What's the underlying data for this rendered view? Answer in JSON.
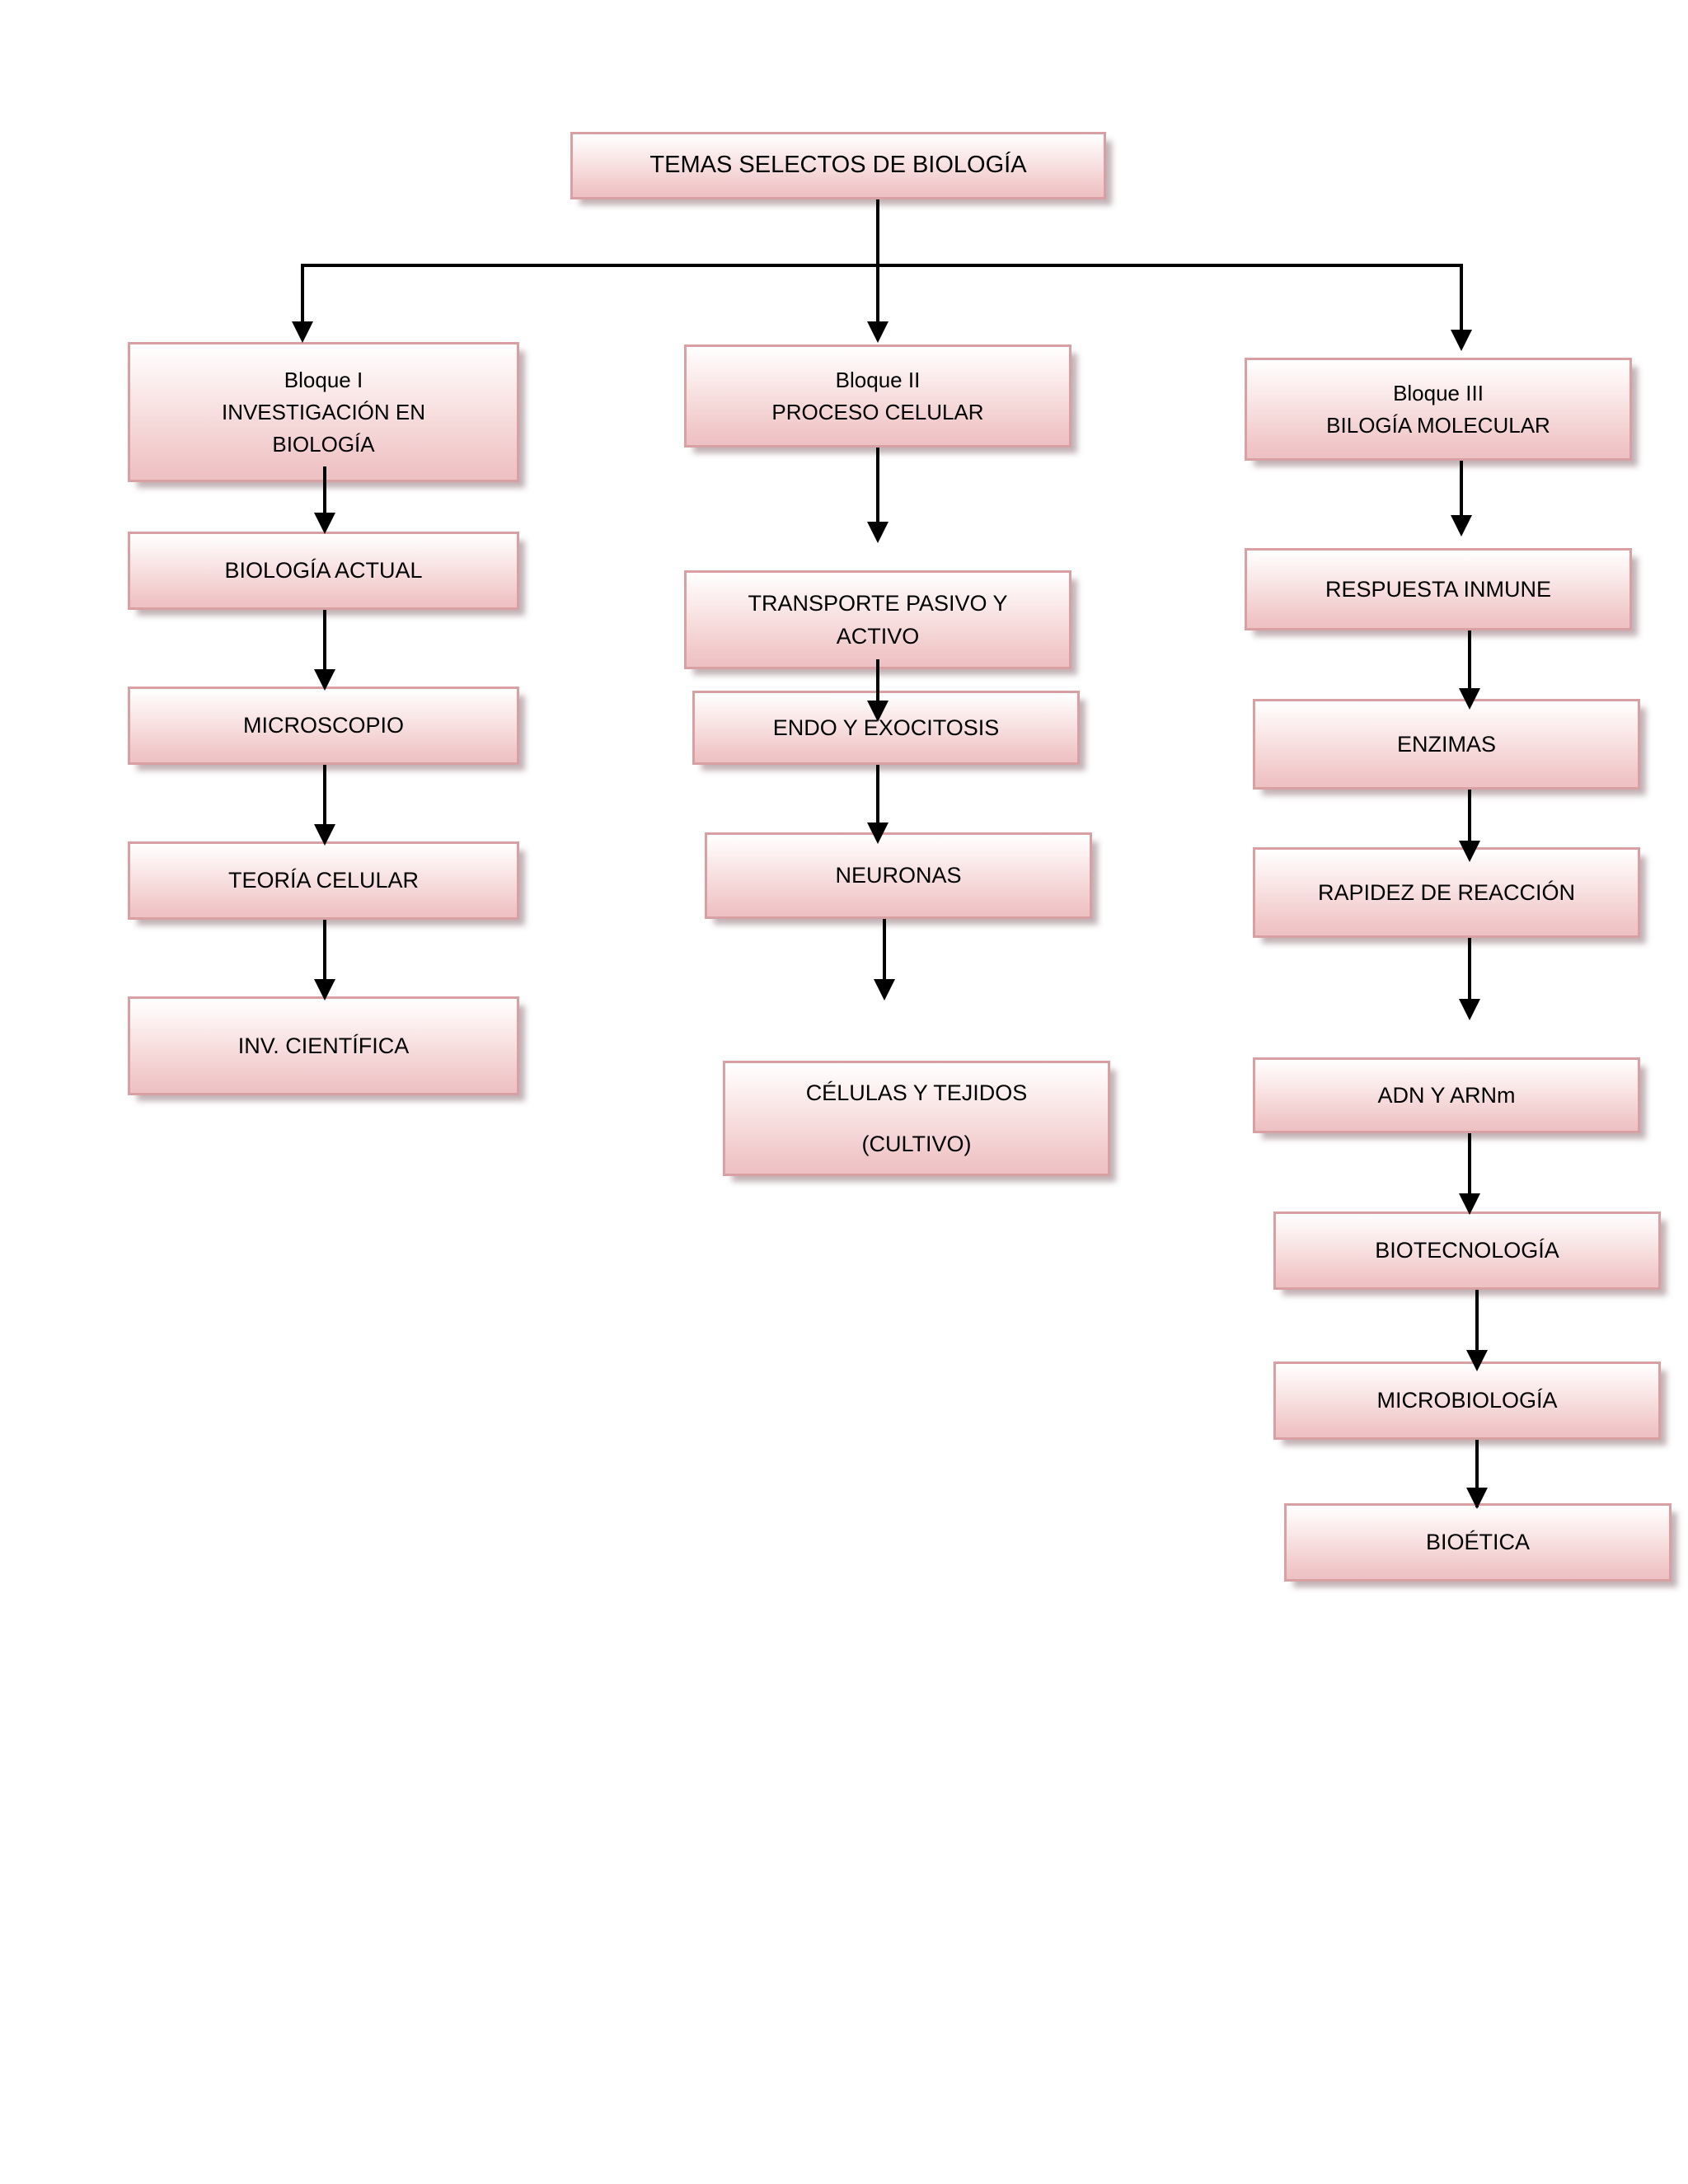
{
  "diagram": {
    "title_node": {
      "id": "temas-selectos-de-biologia",
      "lines": [
        "TEMAS SELECTOS DE BIOLOGÍA"
      ]
    },
    "columns": [
      {
        "id": "bloque-1",
        "header": {
          "lines": [
            "Bloque I",
            "INVESTIGACIÓN EN",
            "BIOLOGÍA"
          ]
        },
        "nodes": [
          {
            "id": "biologia-actual",
            "lines": [
              "BIOLOGÍA ACTUAL"
            ]
          },
          {
            "id": "microscopio",
            "lines": [
              "MICROSCOPIO"
            ]
          },
          {
            "id": "teoria-celular",
            "lines": [
              "TEORÍA CELULAR"
            ]
          },
          {
            "id": "inv-cientifica",
            "lines": [
              "INV. CIENTÍFICA"
            ]
          }
        ]
      },
      {
        "id": "bloque-2",
        "header": {
          "lines": [
            "Bloque II",
            "PROCESO CELULAR"
          ]
        },
        "nodes": [
          {
            "id": "transporte-pasivo-y-activo",
            "lines": [
              "TRANSPORTE PASIVO Y",
              "ACTIVO"
            ]
          },
          {
            "id": "endo-y-exocitosis",
            "lines": [
              "ENDO Y EXOCITOSIS"
            ]
          },
          {
            "id": "neuronas",
            "lines": [
              "NEURONAS"
            ]
          },
          {
            "id": "celulas-y-tejidos-cultivo",
            "lines": [
              "CÉLULAS Y TEJIDOS",
              "(CULTIVO)"
            ]
          }
        ]
      },
      {
        "id": "bloque-3",
        "header": {
          "lines": [
            "Bloque III",
            "BILOGÍA MOLECULAR"
          ]
        },
        "nodes": [
          {
            "id": "respuesta-inmune",
            "lines": [
              "RESPUESTA INMUNE"
            ]
          },
          {
            "id": "enzimas",
            "lines": [
              "ENZIMAS"
            ]
          },
          {
            "id": "rapidez-de-reaccion",
            "lines": [
              "RAPIDEZ DE REACCIÓN"
            ]
          },
          {
            "id": "adn-y-arnm",
            "lines": [
              "ADN Y ARNm"
            ]
          },
          {
            "id": "biotecnologia",
            "lines": [
              "BIOTECNOLOGÍA"
            ]
          },
          {
            "id": "microbiologia",
            "lines": [
              "MICROBIOLOGÍA"
            ]
          },
          {
            "id": "bioetica",
            "lines": [
              "BIOÉTICA"
            ]
          }
        ]
      }
    ],
    "colors": {
      "box_border": "#d9a0a4",
      "box_fill_top": "#ffffff",
      "box_fill_bottom": "#f0c6c8",
      "connector": "#000000",
      "text": "#000000",
      "background": "#ffffff"
    }
  }
}
